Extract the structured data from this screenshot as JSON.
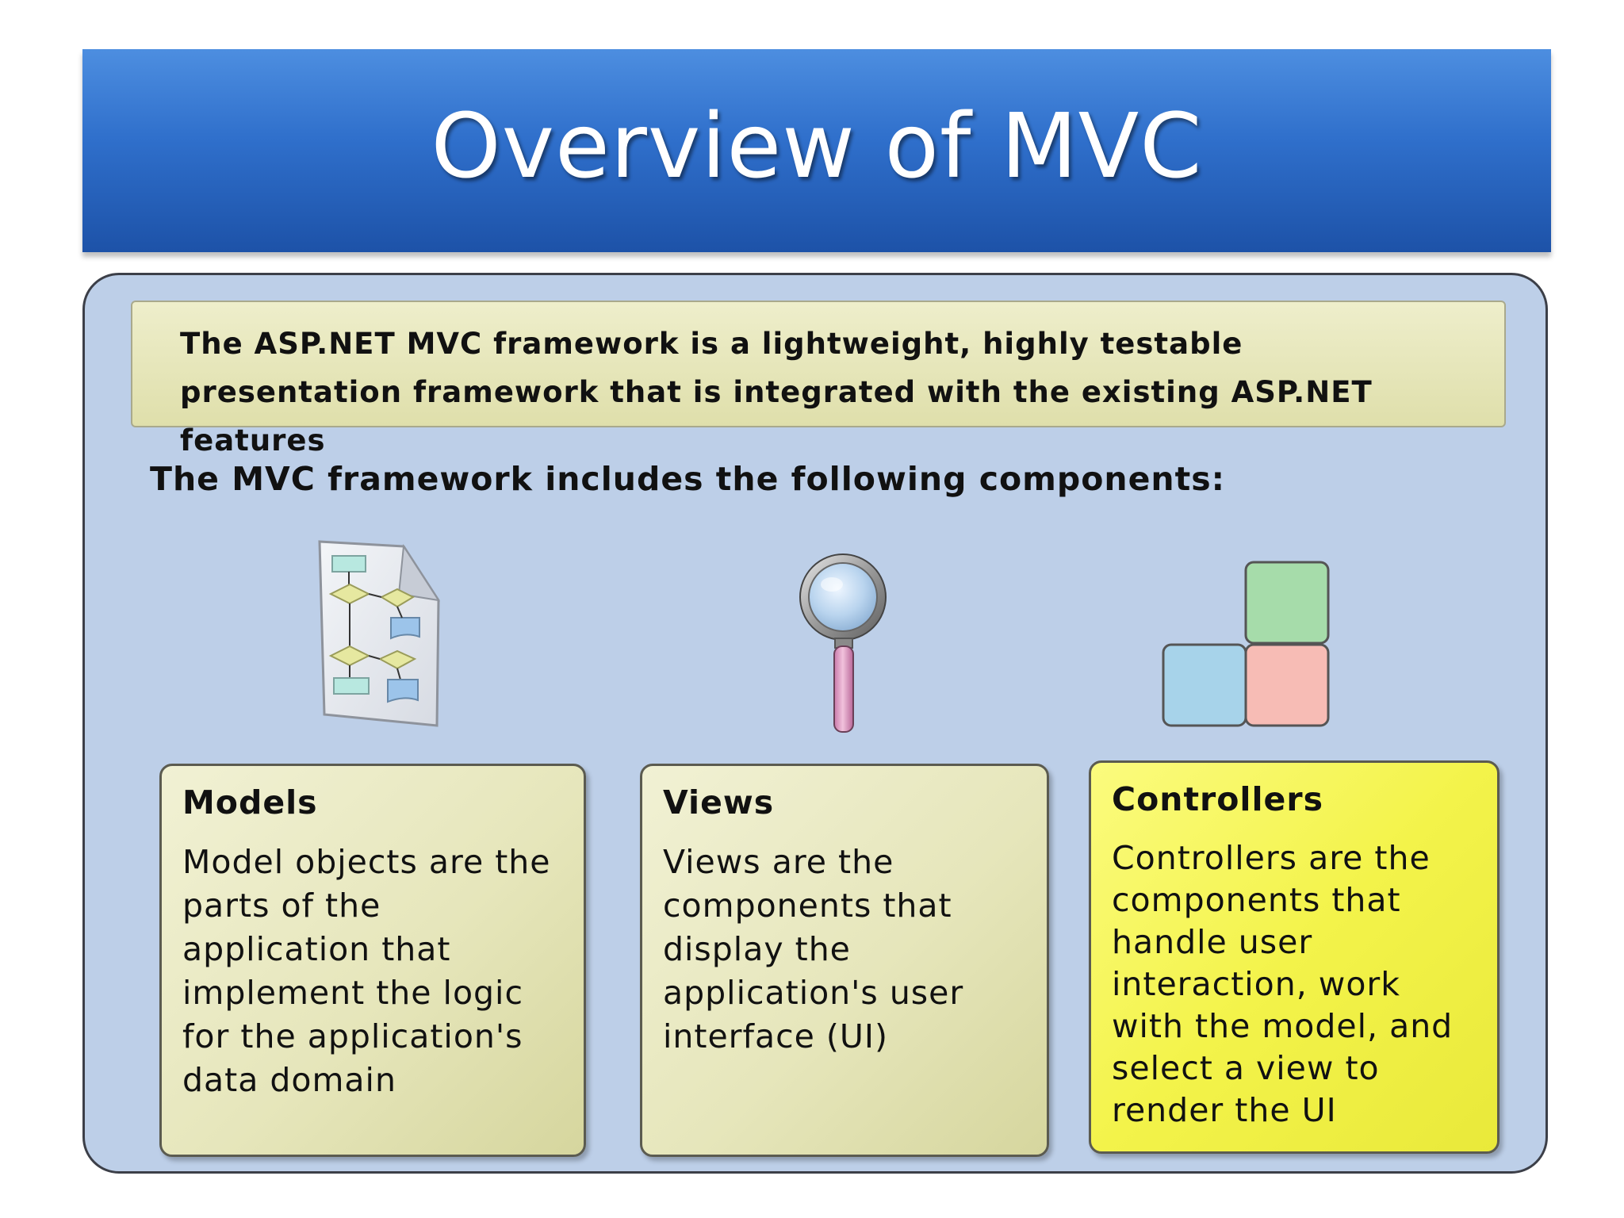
{
  "slide": {
    "title": "Overview of MVC"
  },
  "intro": {
    "text": "The ASP.NET MVC framework is a lightweight, highly testable presentation framework that is integrated with the existing ASP.NET features"
  },
  "components_heading": "The MVC framework includes the following components:",
  "components": [
    {
      "icon": "flowchart-document-icon",
      "title": "Models",
      "description": "Model objects are the parts of the application that implement the logic for the application's data domain",
      "highlighted": false
    },
    {
      "icon": "magnifying-glass-icon",
      "title": "Views",
      "description": "Views are the components that display the application's user interface (UI)",
      "highlighted": false
    },
    {
      "icon": "building-blocks-icon",
      "title": "Controllers",
      "description": "Controllers are the components that handle user interaction, work with the model, and select a view to render the UI",
      "highlighted": true
    }
  ],
  "colors": {
    "title_banner": "#2f6fcb",
    "panel_background": "#bdcfe8",
    "card_background": "#e6e6bb",
    "highlight_card_background": "#f3f34a"
  }
}
